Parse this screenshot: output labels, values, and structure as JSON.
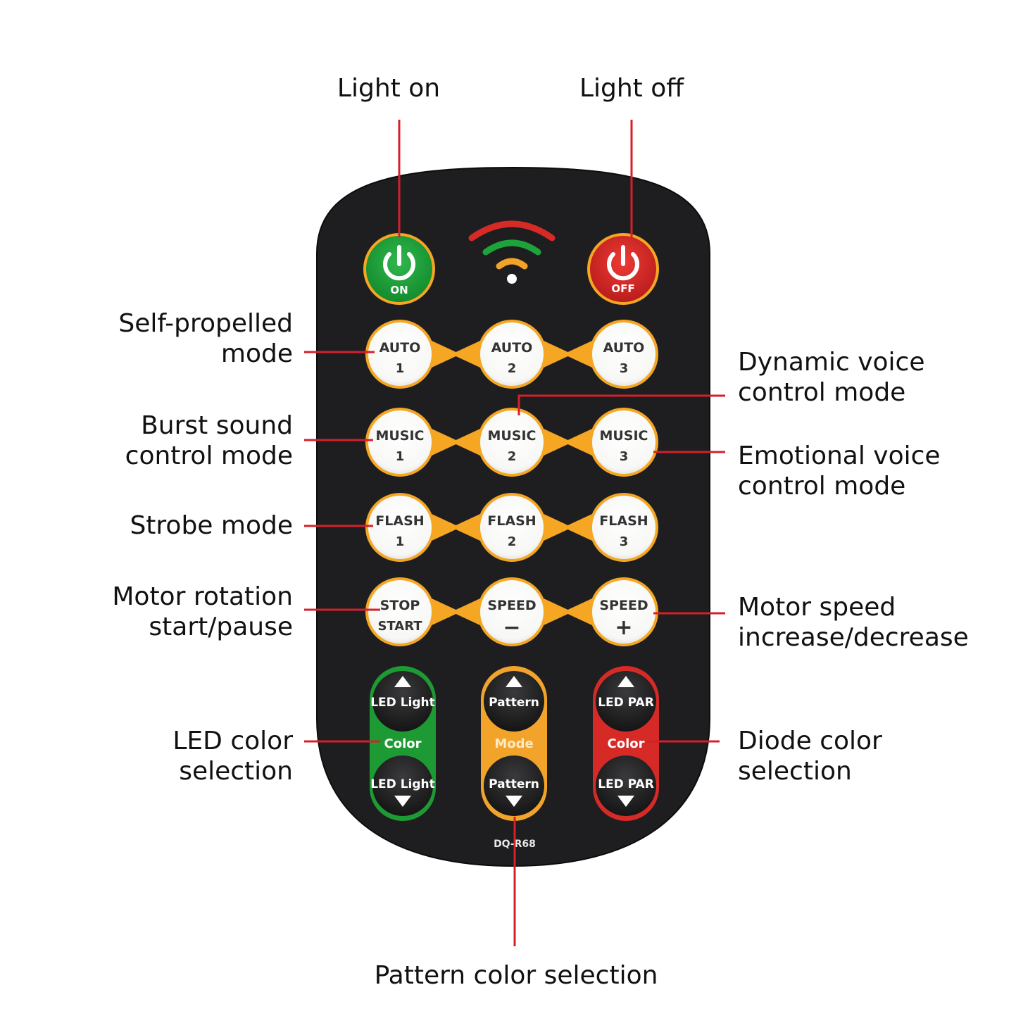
{
  "callouts": {
    "light_on": "Light on",
    "light_off": "Light off",
    "self_propelled": [
      "Self-propelled",
      "mode"
    ],
    "burst_sound": [
      "Burst sound",
      "control mode"
    ],
    "strobe": "Strobe mode",
    "motor_rotation": [
      "Motor rotation",
      "start/pause"
    ],
    "led_color": [
      "LED color",
      "selection"
    ],
    "dynamic_voice": [
      "Dynamic voice",
      "control mode"
    ],
    "emotional_voice": [
      "Emotional voice",
      "control mode"
    ],
    "motor_speed": [
      "Motor speed",
      "increase/decrease"
    ],
    "diode_color": [
      "Diode color",
      "selection"
    ],
    "pattern_color": "Pattern color selection"
  },
  "remote": {
    "model": "DQ-R68",
    "power": {
      "on": "ON",
      "off": "OFF"
    },
    "rows": [
      [
        {
          "top": "AUTO",
          "bottom": "1"
        },
        {
          "top": "AUTO",
          "bottom": "2"
        },
        {
          "top": "AUTO",
          "bottom": "3"
        }
      ],
      [
        {
          "top": "MUSIC",
          "bottom": "1"
        },
        {
          "top": "MUSIC",
          "bottom": "2"
        },
        {
          "top": "MUSIC",
          "bottom": "3"
        }
      ],
      [
        {
          "top": "FLASH",
          "bottom": "1"
        },
        {
          "top": "FLASH",
          "bottom": "2"
        },
        {
          "top": "FLASH",
          "bottom": "3"
        }
      ],
      [
        {
          "top": "STOP",
          "bottom": "START"
        },
        {
          "top": "SPEED",
          "bottom": "−"
        },
        {
          "top": "SPEED",
          "bottom": "+"
        }
      ]
    ],
    "rockers": [
      {
        "label": "LED Light",
        "center": "Color",
        "color": "#1e9a34",
        "center_text": "#ffffff"
      },
      {
        "label": "Pattern",
        "center": "Mode",
        "color": "#f2a42a",
        "center_text": "#ffe9c2"
      },
      {
        "label": "LED PAR",
        "center": "Color",
        "color": "#d62a26",
        "center_text": "#ffffff"
      }
    ]
  },
  "colors": {
    "leader": "#d5202a",
    "body": "#1e1e20",
    "accent_orange": "#f5a623",
    "on_green": "#1ea33a",
    "off_red": "#d9252a"
  }
}
